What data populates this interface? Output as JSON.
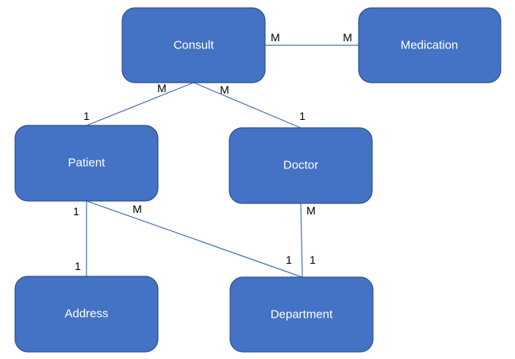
{
  "entities": {
    "consult": "Consult",
    "medication": "Medication",
    "patient": "Patient",
    "doctor": "Doctor",
    "address": "Address",
    "department": "Department"
  },
  "relationships": [
    {
      "from": "consult",
      "to": "medication",
      "from_card": "M",
      "to_card": "M"
    },
    {
      "from": "consult",
      "to": "patient",
      "from_card": "M",
      "to_card": "1"
    },
    {
      "from": "consult",
      "to": "doctor",
      "from_card": "M",
      "to_card": "1"
    },
    {
      "from": "patient",
      "to": "address",
      "from_card": "1",
      "to_card": "1"
    },
    {
      "from": "patient",
      "to": "department",
      "from_card": "M",
      "to_card": "1"
    },
    {
      "from": "doctor",
      "to": "department",
      "from_card": "M",
      "to_card": "1"
    }
  ],
  "colors": {
    "entity_fill": "#4472c4",
    "entity_stroke": "#2f528f",
    "line": "#4a72b8",
    "entity_text": "#ffffff",
    "cardinality_text": "#000000"
  }
}
